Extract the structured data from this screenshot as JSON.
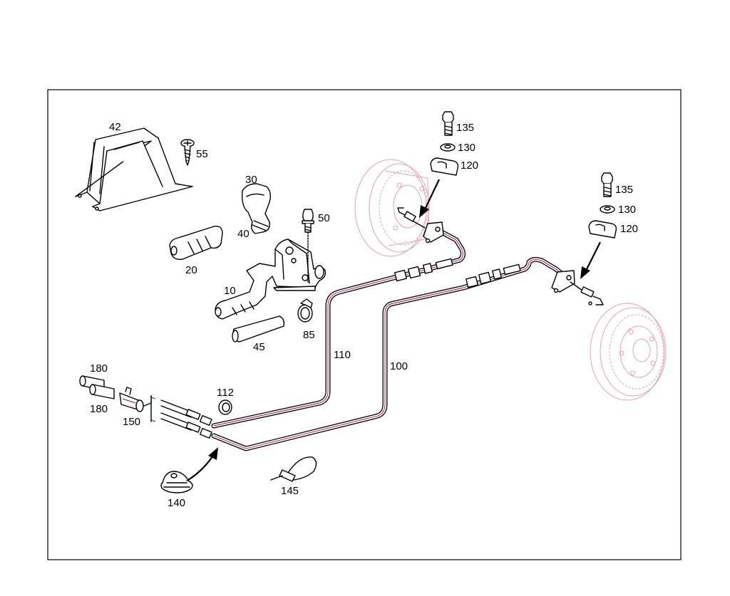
{
  "callouts": {
    "p10": "10",
    "p20": "20",
    "p30": "30",
    "p40": "40",
    "p42": "42",
    "p45": "45",
    "p50": "50",
    "p55": "55",
    "p85": "85",
    "p100": "100",
    "p110": "110",
    "p112": "112",
    "p120_upper": "120",
    "p120_lower": "120",
    "p130_upper": "130",
    "p130_lower": "130",
    "p135_upper": "135",
    "p135_lower": "135",
    "p140": "140",
    "p145": "145",
    "p150": "150",
    "p180_top": "180",
    "p180_bottom": "180"
  }
}
